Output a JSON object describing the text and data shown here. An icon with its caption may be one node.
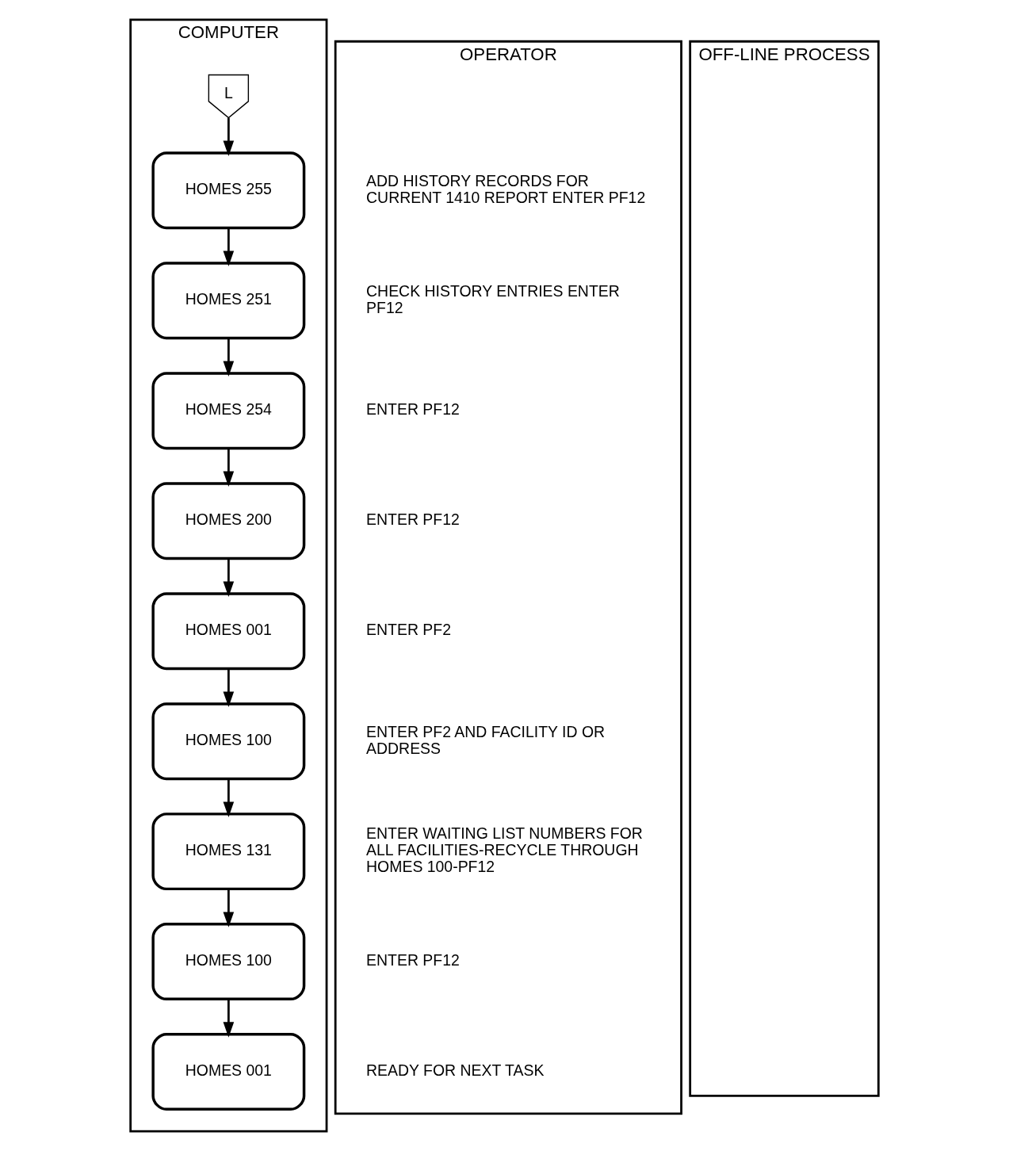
{
  "diagram": {
    "nodes": [
      {
        "text": [
          "COMPUTER"
        ]
      },
      {
        "text": [
          "OPERATOR"
        ]
      },
      {
        "text": [
          "OFF-LINE PROCESS"
        ]
      },
      {
        "text": [
          "L"
        ],
        "in": 0
      },
      {
        "text": [
          "HOMES 255"
        ],
        "in": 0
      },
      {
        "text": [
          "HOMES 251"
        ],
        "in": 0
      },
      {
        "text": [
          "HOMES 254"
        ],
        "in": 0
      },
      {
        "text": [
          "HOMES 200"
        ],
        "in": 0
      },
      {
        "text": [
          "HOMES 001"
        ],
        "in": 0
      },
      {
        "text": [
          "HOMES 100"
        ],
        "in": 0
      },
      {
        "text": [
          "HOMES 131"
        ],
        "in": 0
      },
      {
        "text": [
          "HOMES 100"
        ],
        "in": 0
      },
      {
        "text": [
          "HOMES 001"
        ],
        "in": 0
      }
    ],
    "edges": [
      {
        "from": 3,
        "to": 4,
        "arrow": "to"
      },
      {
        "from": 4,
        "to": 5,
        "arrow": "to"
      },
      {
        "from": 5,
        "to": 6,
        "arrow": "to"
      },
      {
        "from": 6,
        "to": 7,
        "arrow": "to"
      },
      {
        "from": 7,
        "to": 8,
        "arrow": "to"
      },
      {
        "from": 8,
        "to": 9,
        "arrow": "to"
      },
      {
        "from": 9,
        "to": 10,
        "arrow": "to"
      },
      {
        "from": 10,
        "to": 11,
        "arrow": "to"
      },
      {
        "from": 11,
        "to": 12,
        "arrow": "to"
      }
    ],
    "labels": [
      "ADD HISTORY RECORDS FOR CURRENT 1410 REPORT ENTER PF12",
      "CHECK HISTORY ENTRIES ENTER PF12",
      "ENTER PF12",
      "ENTER PF12",
      "ENTER PF2",
      "ENTER PF2 AND FACILITY ID OR ADDRESS",
      "ENTER WAITING LIST NUMBERS FOR ALL FACILITIES-RECYCLE THROUGH HOMES 100-PF12",
      "ENTER PF12",
      "READY FOR NEXT TASK"
    ]
  }
}
